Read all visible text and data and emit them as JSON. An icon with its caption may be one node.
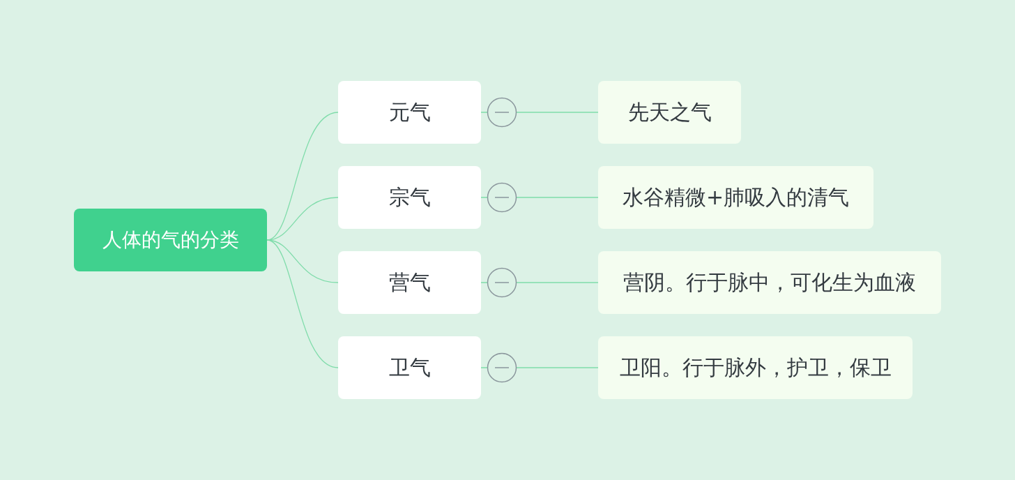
{
  "diagram": {
    "nodes": [
      {
        "text": [
          "人体的气的分类"
        ]
      },
      {
        "text": [
          "元气"
        ]
      },
      {
        "text": [
          "宗气"
        ]
      },
      {
        "text": [
          "营气"
        ]
      },
      {
        "text": [
          "卫气"
        ]
      },
      {
        "text": [
          "先天之气"
        ]
      },
      {
        "text": [
          "水谷精微+肺吸入的清气"
        ]
      },
      {
        "text": [
          "营阴。行于脉中，可化生为血液"
        ]
      },
      {
        "text": [
          "卫阳。行于脉外，护卫，保卫"
        ]
      }
    ],
    "edges": [
      {
        "from": 0,
        "to": 1,
        "arrow": "none"
      },
      {
        "from": 0,
        "to": 2,
        "arrow": "none"
      },
      {
        "from": 0,
        "to": 3,
        "arrow": "none"
      },
      {
        "from": 0,
        "to": 4,
        "arrow": "none"
      },
      {
        "from": 1,
        "to": 5,
        "arrow": "none"
      },
      {
        "from": 2,
        "to": 6,
        "arrow": "none"
      },
      {
        "from": 3,
        "to": 7,
        "arrow": "none"
      },
      {
        "from": 4,
        "to": 8,
        "arrow": "none"
      }
    ]
  }
}
